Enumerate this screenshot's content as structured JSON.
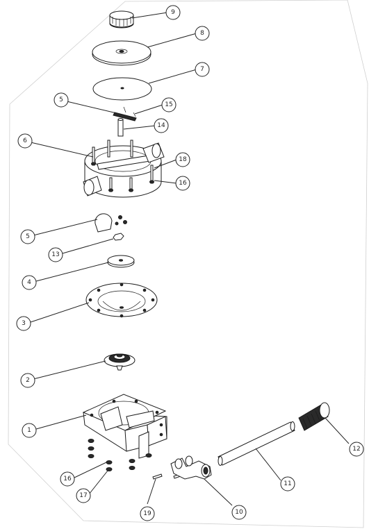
{
  "diagram": {
    "callouts": [
      {
        "id": "c9",
        "label": "9"
      },
      {
        "id": "c8",
        "label": "8"
      },
      {
        "id": "c7",
        "label": "7"
      },
      {
        "id": "c5a",
        "label": "5"
      },
      {
        "id": "c15",
        "label": "15"
      },
      {
        "id": "c14",
        "label": "14"
      },
      {
        "id": "c6",
        "label": "6"
      },
      {
        "id": "c18",
        "label": "18"
      },
      {
        "id": "c16a",
        "label": "16"
      },
      {
        "id": "c5b",
        "label": "5"
      },
      {
        "id": "c13",
        "label": "13"
      },
      {
        "id": "c4",
        "label": "4"
      },
      {
        "id": "c3",
        "label": "3"
      },
      {
        "id": "c2",
        "label": "2"
      },
      {
        "id": "c1",
        "label": "1"
      },
      {
        "id": "c16b",
        "label": "16"
      },
      {
        "id": "c17",
        "label": "17"
      },
      {
        "id": "c19",
        "label": "19"
      },
      {
        "id": "c10",
        "label": "10"
      },
      {
        "id": "c11",
        "label": "11"
      },
      {
        "id": "c12",
        "label": "12"
      }
    ]
  }
}
